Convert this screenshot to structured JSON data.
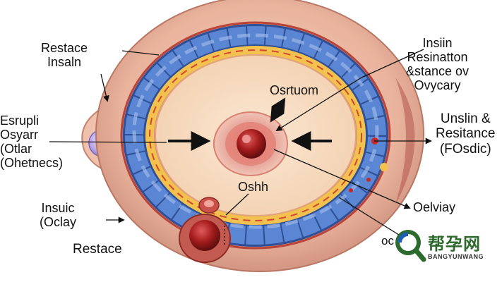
{
  "labels": {
    "top_left": [
      "Restace",
      "Insaln"
    ],
    "left_middle": [
      "Esrupli",
      "Osyarr",
      "(Otlar",
      "(Ohetnecs)"
    ],
    "left_lower": [
      "Insuic",
      "(Oclay"
    ],
    "left_bottom": "Restace",
    "top_right": [
      "Insiin",
      "Resinatton",
      "&stance ov",
      "Ovycary"
    ],
    "right_middle": [
      "Unslin &",
      "Resitance",
      "(FOsdic)"
    ],
    "right_lower": "Oelviay",
    "bottom_right": "oc",
    "center_top": "Osrtuom",
    "center_bottom": "Oshh"
  },
  "watermark": {
    "cn": "帮孕网",
    "en": "BANGYUNWANG",
    "colors": {
      "green": "#2d6a2d",
      "blue": "#1f5fb0"
    }
  },
  "colors": {
    "outer_tissue": "#e9b9a3",
    "inner_cavity": "#f6dcc3",
    "blue_band": "#4f78c6",
    "yellow_layer": "#f2c14e",
    "red_vessel": "#c62828",
    "follicle": "#8b1a1a",
    "cyst": "#b8a6e6"
  }
}
